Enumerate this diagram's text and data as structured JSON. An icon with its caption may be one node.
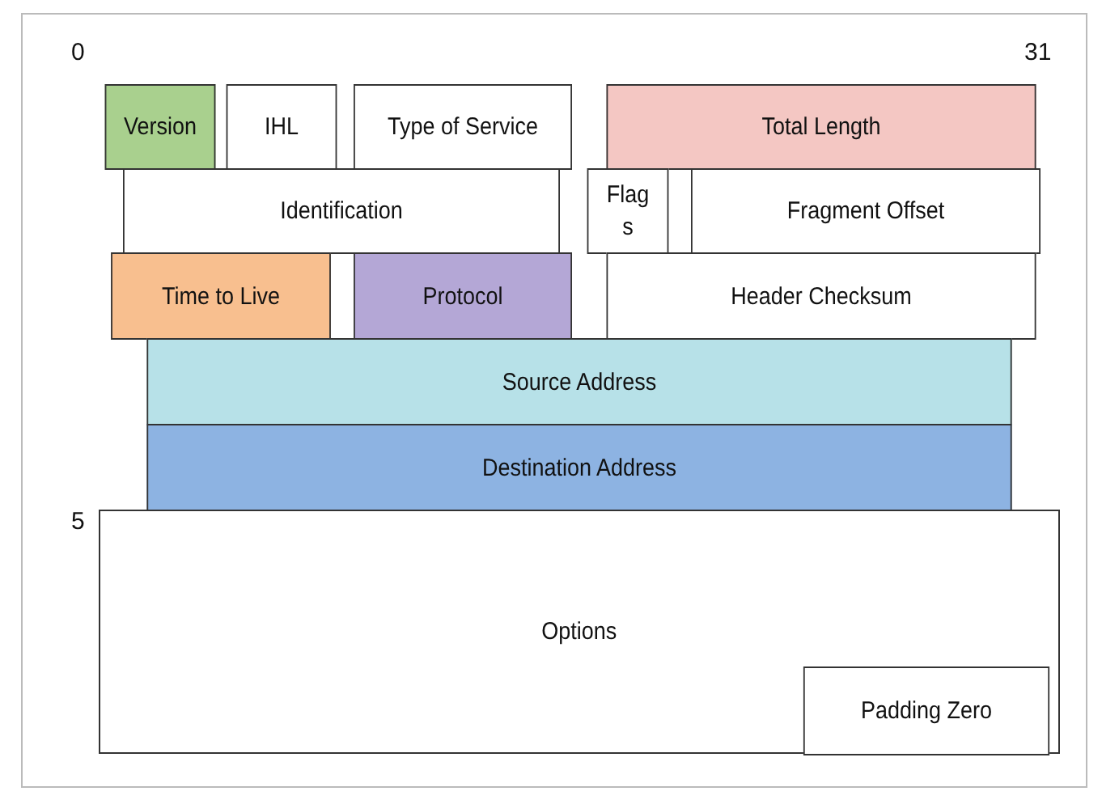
{
  "diagram": {
    "nodes": [
      {
        "text": [
          "Version"
        ]
      },
      {
        "text": [
          "IHL"
        ]
      },
      {
        "text": [
          "Type of Service"
        ]
      },
      {
        "text": [
          "Total Length"
        ]
      },
      {
        "text": [
          "Identification"
        ]
      },
      {
        "text": [
          "Flags"
        ]
      },
      {
        "text": [
          "Fragment Offset"
        ]
      },
      {
        "text": [
          "Time to Live"
        ]
      },
      {
        "text": [
          "Protocol"
        ]
      },
      {
        "text": [
          "Header Checksum"
        ]
      },
      {
        "text": [
          "Source Address"
        ]
      },
      {
        "text": [
          "Destination Address"
        ]
      },
      {
        "text": [
          "Options"
        ]
      },
      {
        "text": [
          "Padding Zero"
        ],
        "in": 12
      }
    ],
    "labels": [
      "0",
      "31",
      "5"
    ]
  }
}
